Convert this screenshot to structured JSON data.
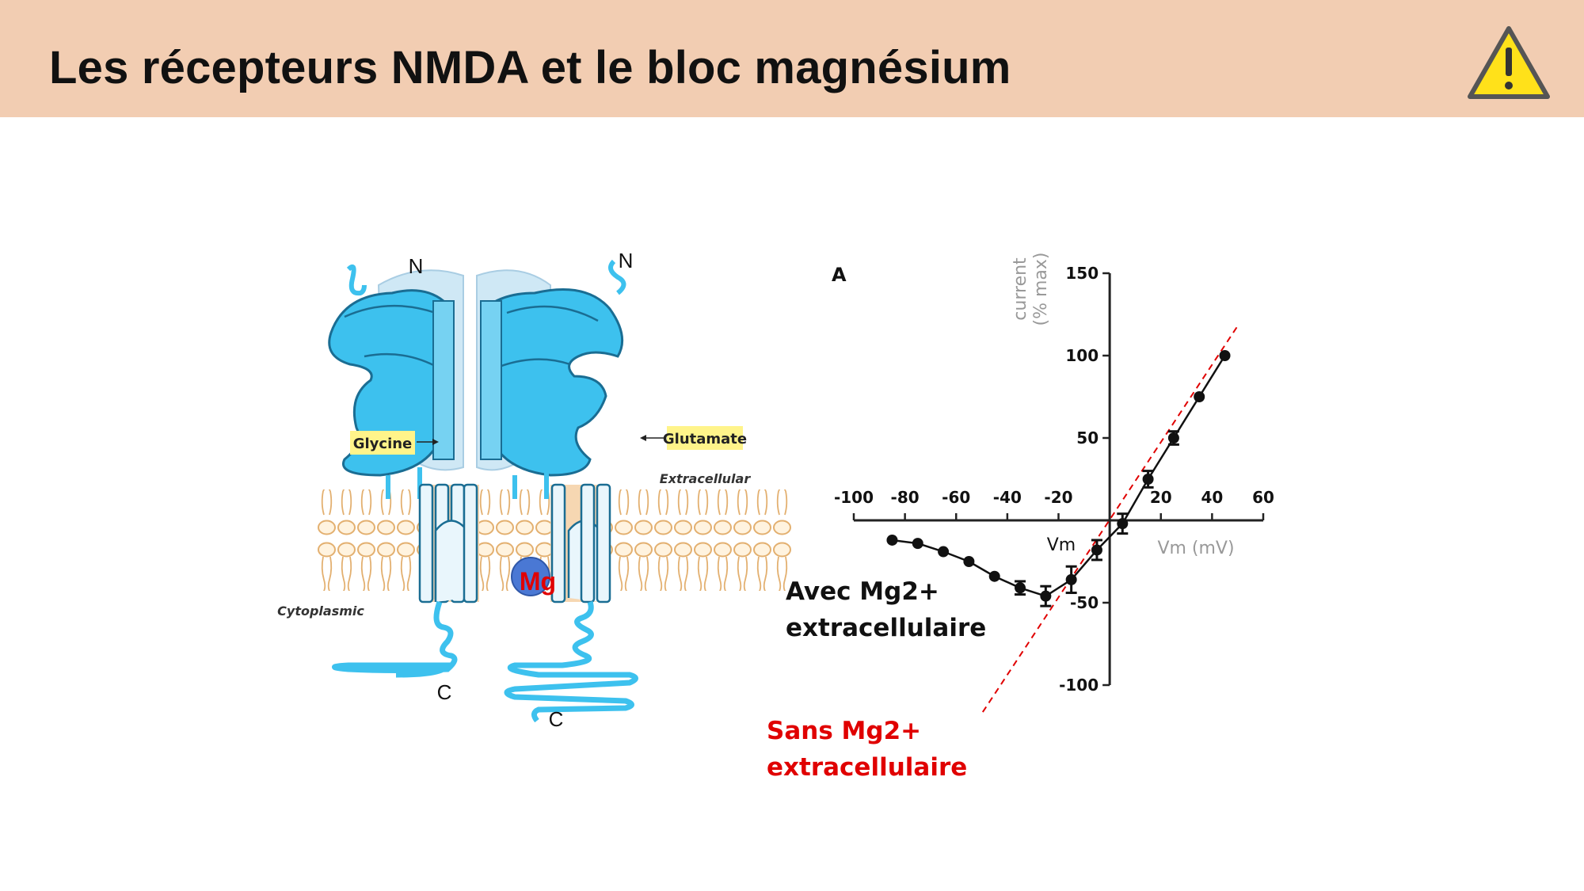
{
  "slide": {
    "title": "Les récepteurs NMDA et le bloc magnésium",
    "warning_icon": "warning-triangle-icon",
    "colors": {
      "header": "#f2cdb2",
      "protein": "#3dc1ee",
      "lipid": "#f0c690",
      "accent_red": "#e00000",
      "mg_ball": "#4a78d4"
    }
  },
  "diagram": {
    "n_left": "N",
    "n_right": "N",
    "c_left": "C",
    "c_right": "C",
    "glycine": "Glycine",
    "glutamate": "Glutamate",
    "extracellular": "Extracellular",
    "cytoplasmic": "Cytoplasmic",
    "mg": "Mg"
  },
  "chart_data": {
    "type": "line",
    "panel_label": "A",
    "ylabel_line1": "current",
    "ylabel_line2": "(% max)",
    "xlabel": "Vm (mV)",
    "axis_label_vm": "Vm",
    "xlim": [
      -100,
      60
    ],
    "ylim": [
      -100,
      150
    ],
    "x_ticks": [
      -100,
      -80,
      -60,
      -40,
      -20,
      20,
      40,
      60
    ],
    "y_ticks": [
      -100,
      -50,
      50,
      100,
      150
    ],
    "grid": false,
    "series": [
      {
        "name": "Avec Mg2+ extracellulaire",
        "color": "#111111",
        "x": [
          -85,
          -75,
          -65,
          -55,
          -45,
          -35,
          -25,
          -15,
          -5,
          5,
          15,
          25,
          35,
          45
        ],
        "y": [
          -12,
          -14,
          -19,
          -25,
          -34,
          -41,
          -46,
          -36,
          -18,
          -2,
          25,
          50,
          75,
          100
        ],
        "err": [
          0,
          0,
          0,
          0,
          0,
          4,
          6,
          8,
          6,
          6,
          5,
          4,
          0,
          0
        ]
      },
      {
        "name": "Sans Mg2+ extracellulaire",
        "color": "#e00000",
        "style": "dashed",
        "x": [
          -52,
          50
        ],
        "y": [
          -122,
          118
        ]
      }
    ]
  },
  "annotations": {
    "avec": [
      "Avec Mg2+",
      "extracellulaire"
    ],
    "sans": [
      "Sans Mg2+",
      "extracellulaire"
    ]
  }
}
